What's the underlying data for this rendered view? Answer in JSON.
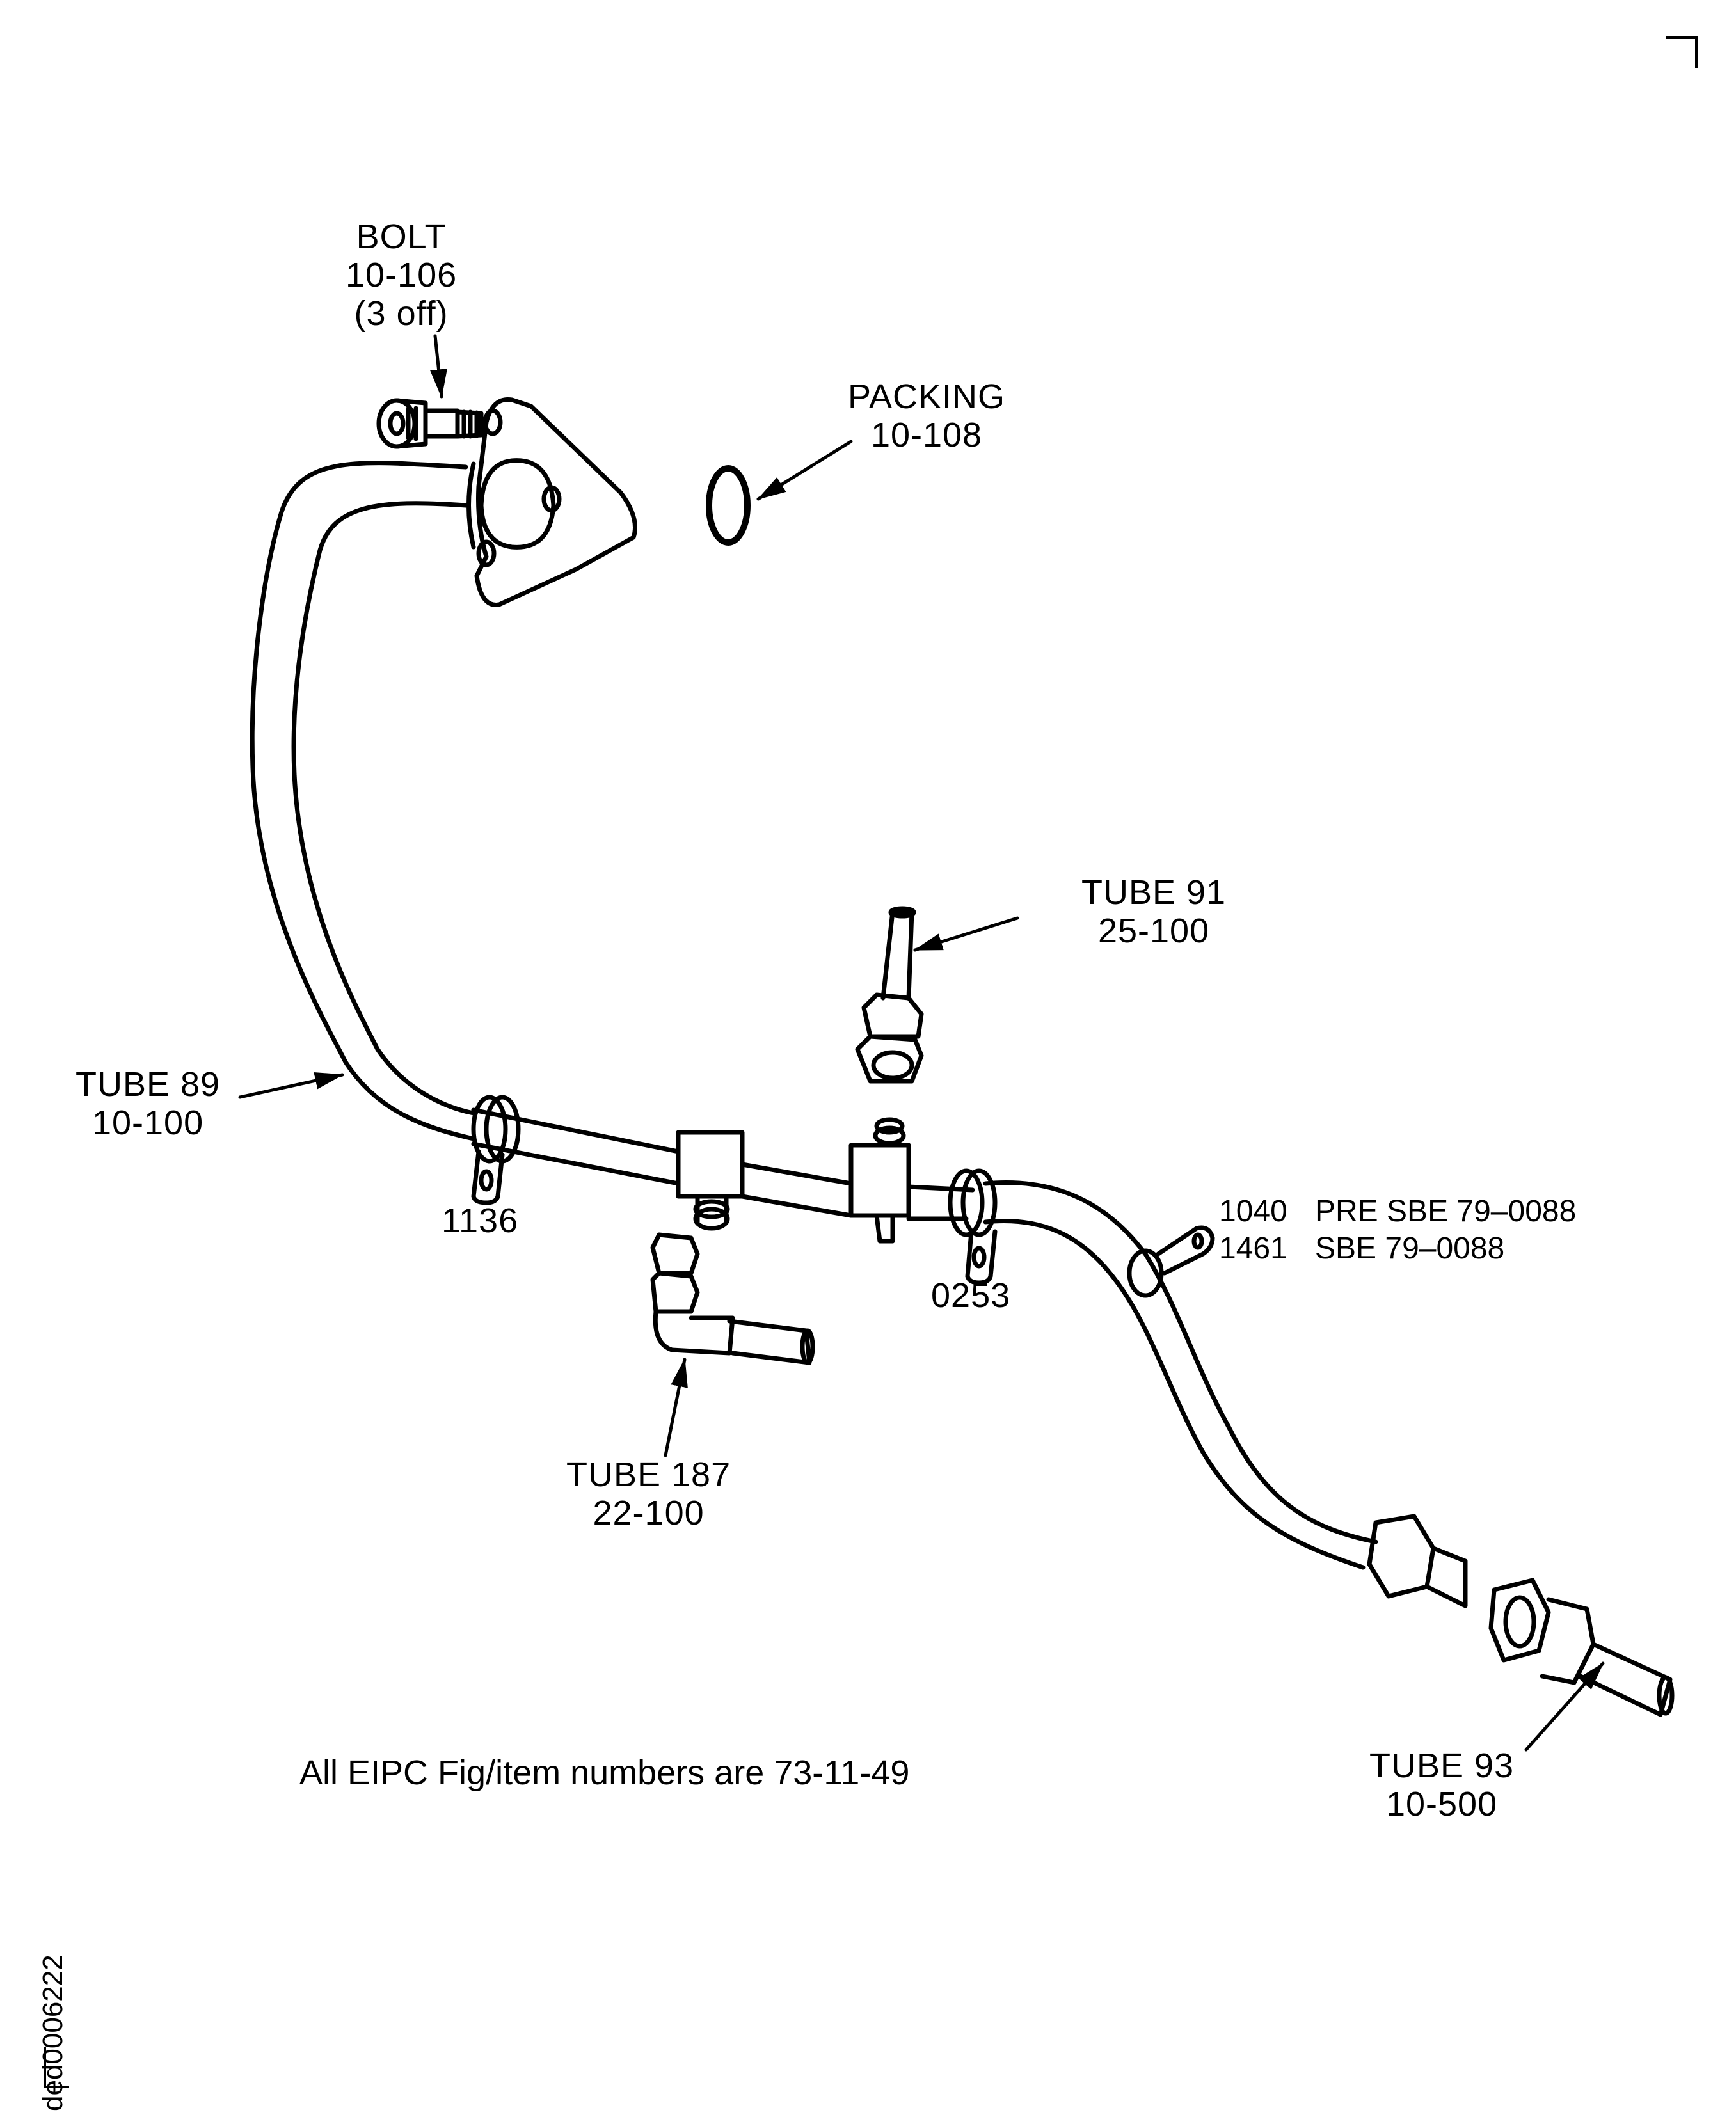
{
  "figure": {
    "document_id": "ded0006222",
    "footnote": "All EIPC Fig/item numbers are 73-11-49"
  },
  "callouts": {
    "bolt": {
      "name": "BOLT",
      "ref": "10-106",
      "qty": "(3 off)"
    },
    "packing": {
      "name": "PACKING",
      "ref": "10-108"
    },
    "tube91": {
      "name": "TUBE 91",
      "ref": "25-100"
    },
    "tube89": {
      "name": "TUBE 89",
      "ref": "10-100"
    },
    "tube187": {
      "name": "TUBE 187",
      "ref": "22-100"
    },
    "tube93": {
      "name": "TUBE 93",
      "ref": "10-500"
    },
    "clip_1136": "1136",
    "clip_0253": "0253"
  },
  "sbe_table": [
    {
      "part": "1040",
      "status": "PRE SBE 79–0088"
    },
    {
      "part": "1461",
      "status": "SBE 79–0088"
    }
  ]
}
